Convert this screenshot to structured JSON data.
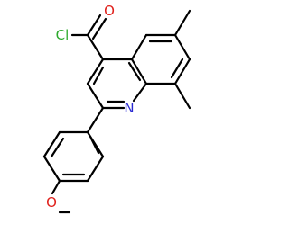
{
  "atoms": {
    "cl": {
      "symbol": "Cl",
      "color": "#2DAA2D"
    },
    "o_carbonyl": {
      "symbol": "O",
      "color": "#E0201B"
    },
    "n": {
      "symbol": "N",
      "color": "#2A2AD2"
    },
    "o_methoxy": {
      "symbol": "O",
      "color": "#E0201B"
    }
  },
  "bond_color": "#000000",
  "background": "#ffffff"
}
